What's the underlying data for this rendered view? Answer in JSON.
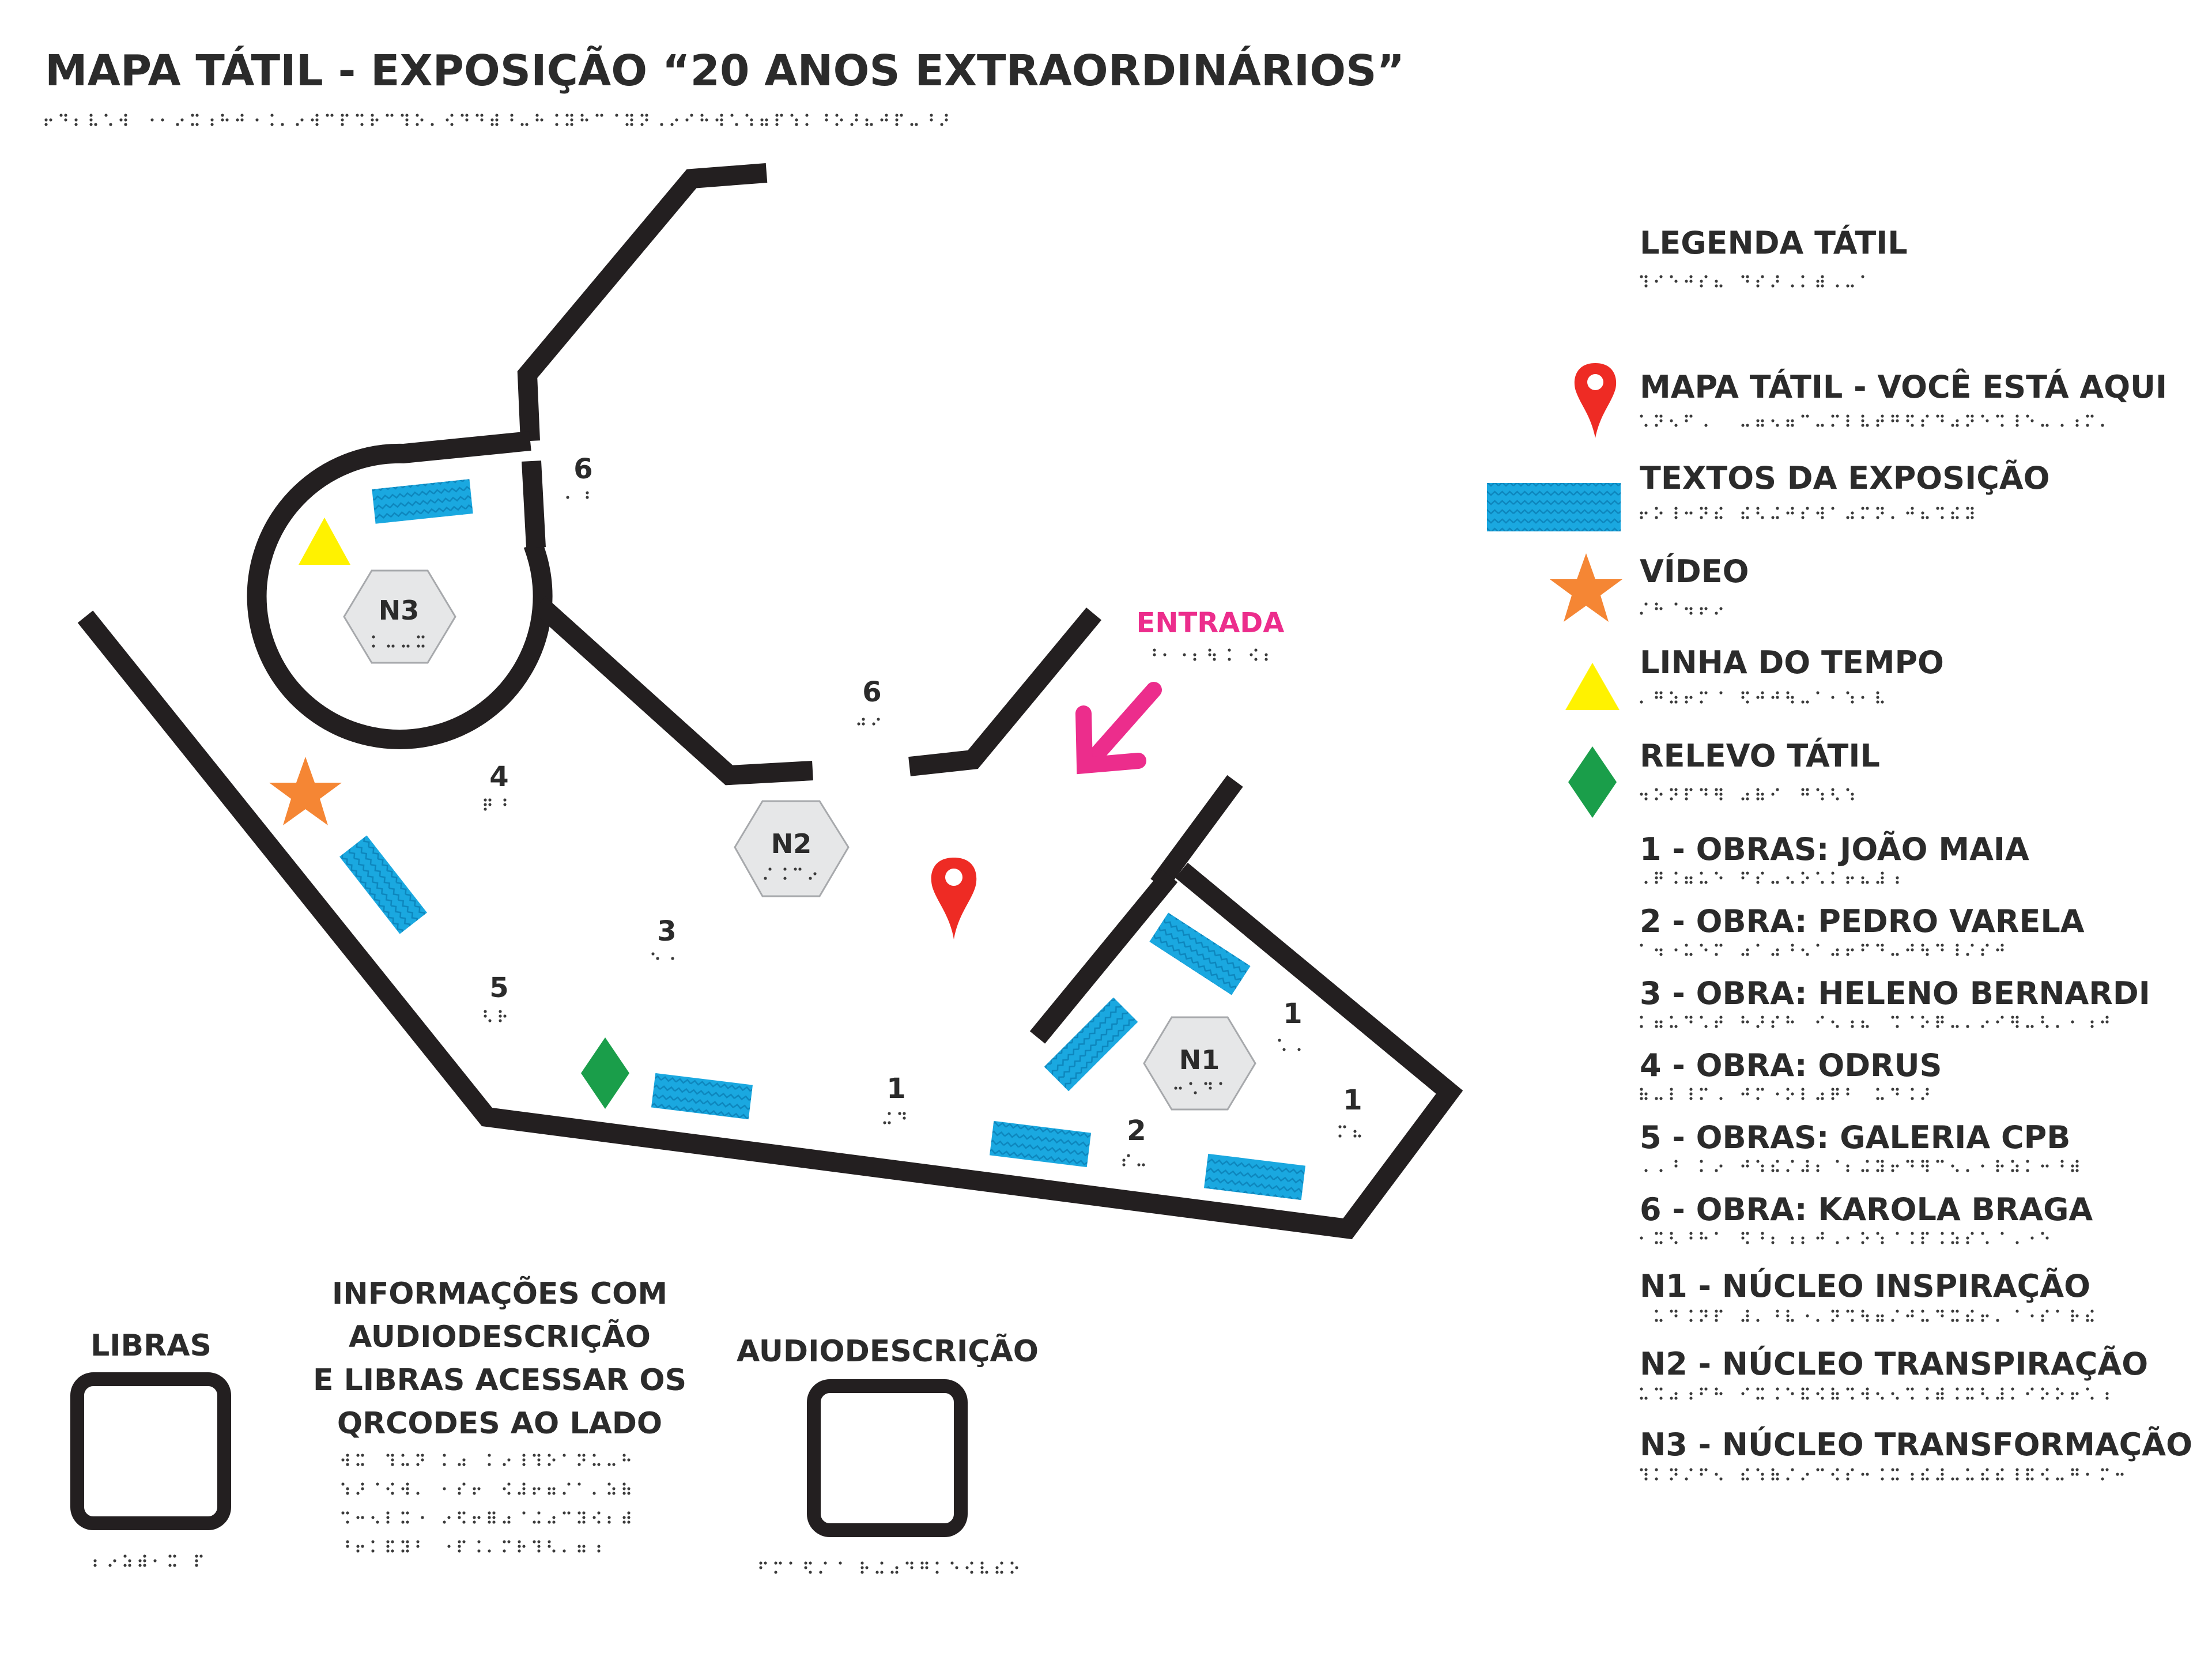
{
  "title": "MAPA TÁTIL - EXPOSIÇÃO “20 ANOS EXTRAORDINÁRIOS”",
  "entrance": {
    "label": "ENTRADA"
  },
  "nuclei": [
    {
      "id": "N1",
      "label": "N1"
    },
    {
      "id": "N2",
      "label": "N2"
    },
    {
      "id": "N3",
      "label": "N3"
    }
  ],
  "map_numbers": [
    "6",
    "6",
    "4",
    "3",
    "5",
    "1",
    "2",
    "1",
    "1"
  ],
  "legend": {
    "title": "LEGENDA TÁTIL",
    "symbols": [
      {
        "icon": "map-pin-icon",
        "label": "MAPA TÁTIL - VOCÊ ESTÁ AQUI",
        "color": "#ee2b24"
      },
      {
        "icon": "exhibition-text-panel-icon",
        "label": "TEXTOS DA EXPOSIÇÃO",
        "color": "#1aa8e0"
      },
      {
        "icon": "star-icon",
        "label": "VÍDEO",
        "color": "#f58634"
      },
      {
        "icon": "triangle-icon",
        "label": "LINHA DO TEMPO",
        "color": "#fff200"
      },
      {
        "icon": "diamond-icon",
        "label": "RELEVO TÁTIL",
        "color": "#1a9e4a"
      }
    ],
    "entries": [
      "1 - OBRAS: JOÃO MAIA",
      "2 - OBRA:  PEDRO VARELA",
      "3 - OBRA: HELENO BERNARDI",
      "4 - OBRA: ODRUS",
      "5 - OBRAS: GALERIA CPB",
      "6 - OBRA: KAROLA BRAGA",
      "N1 - NÚCLEO INSPIRAÇÃO",
      "N2 - NÚCLEO TRANSPIRAÇÃO",
      "N3 - NÚCLEO TRANSFORMAÇÃO"
    ]
  },
  "access": {
    "libras_label": "LIBRAS",
    "info_lines": [
      "INFORMAÇÕES COM",
      "AUDIODESCRIÇÃO",
      "E LIBRAS ACESSAR OS",
      "QRCODES AO LADO"
    ],
    "audiodescription_label": "AUDIODESCRIÇÃO"
  },
  "colors": {
    "wall": "#231f20",
    "text_panel": "#1aa8e0",
    "pin": "#ee2b24",
    "entrance": "#ec2d8c",
    "star": "#f58634",
    "triangle": "#fff200",
    "diamond": "#1a9e4a",
    "hexagon": "#e6e7e8"
  }
}
